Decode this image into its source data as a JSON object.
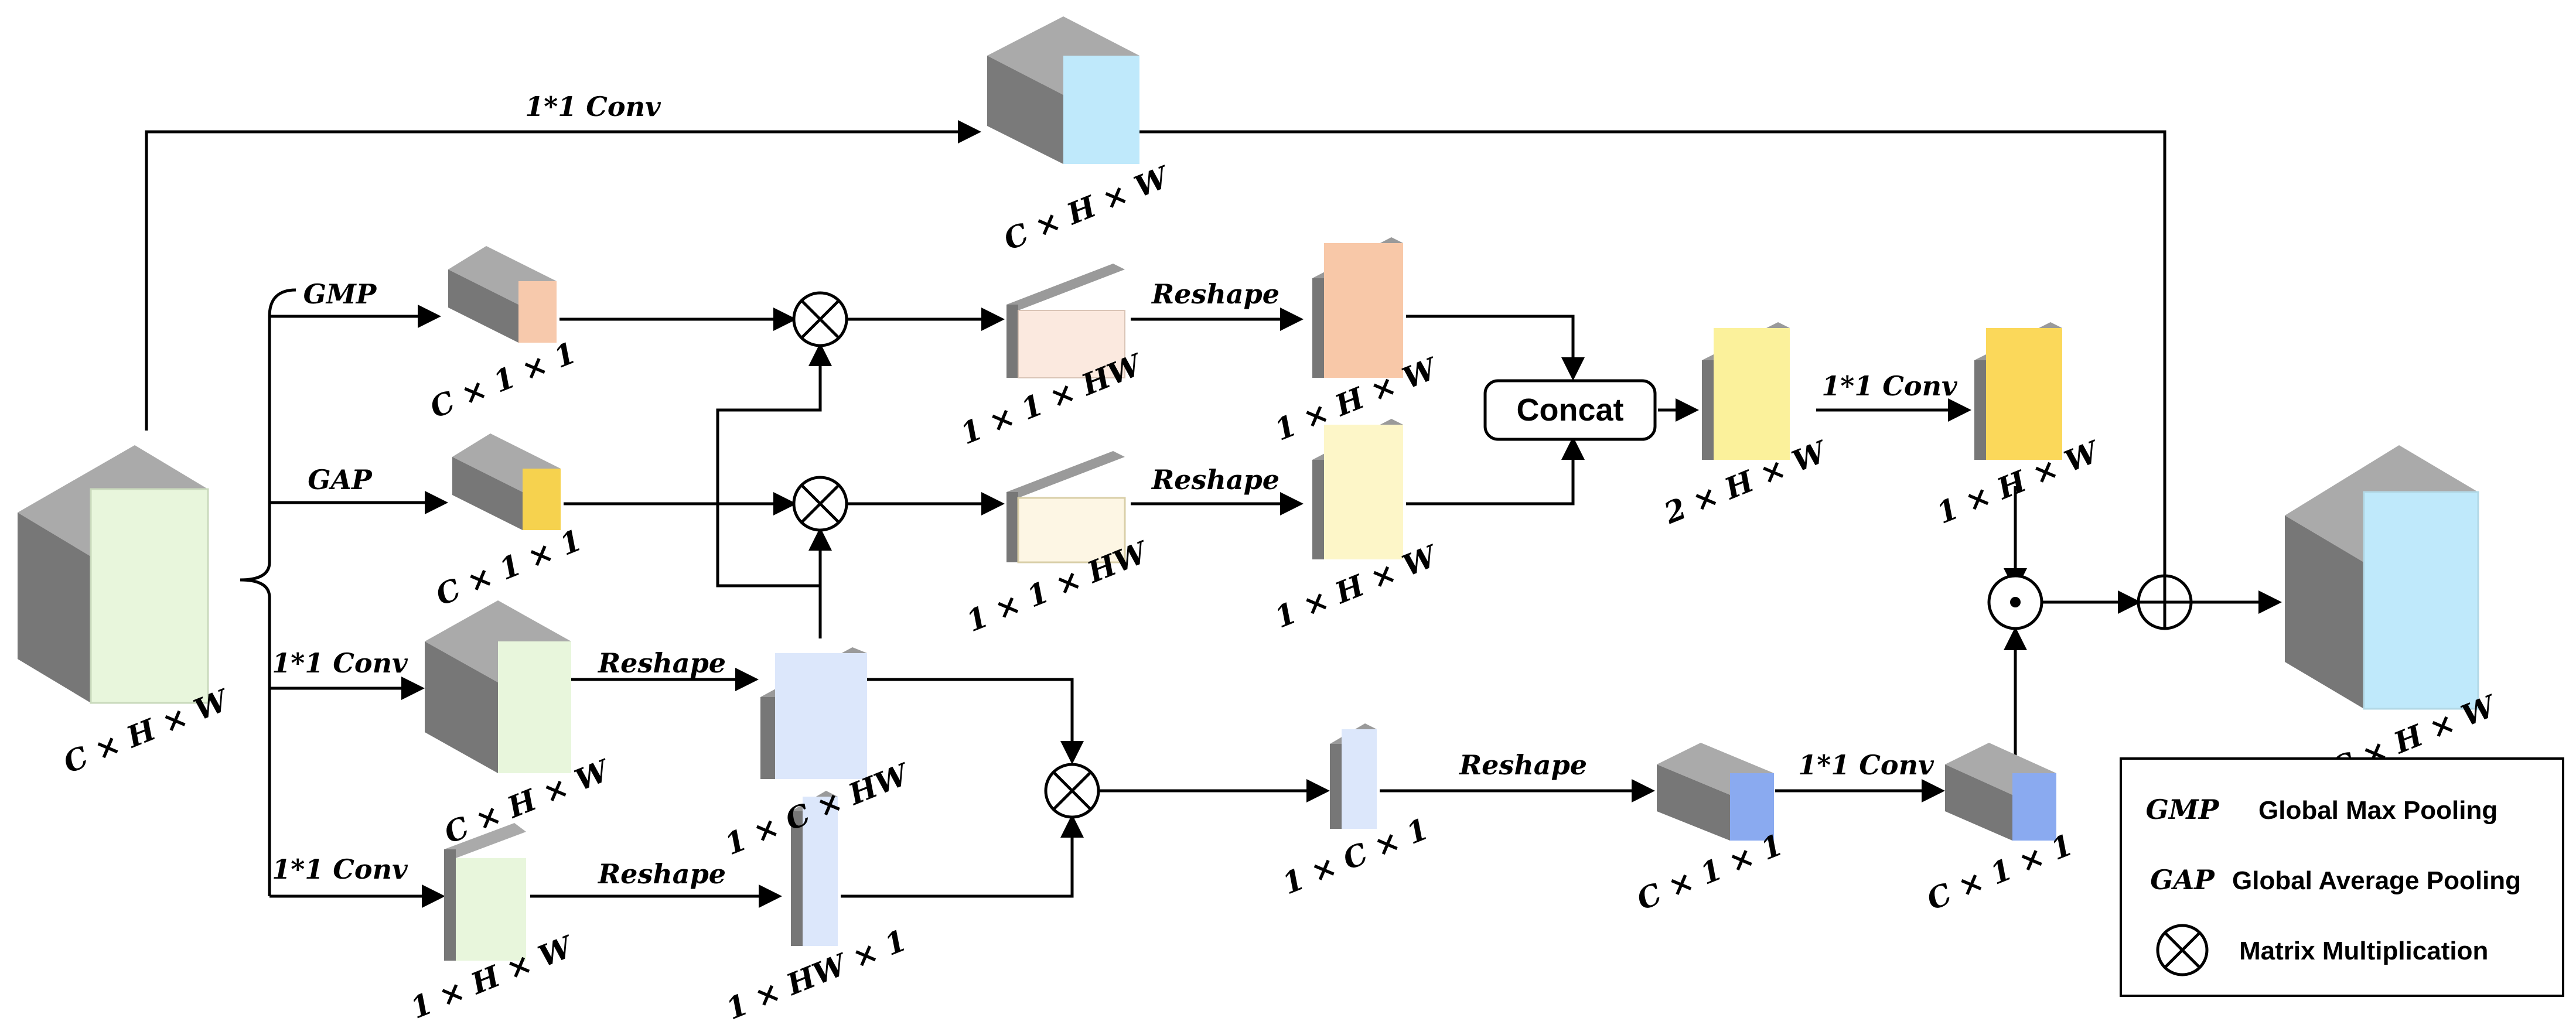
{
  "labels": {
    "input_dim": "C × H × W",
    "top_conv": "1*1 Conv",
    "top_dim": "C × H × W",
    "gmp": "GMP",
    "gmp_dim": "C × 1 × 1",
    "gap": "GAP",
    "gap_dim": "C × 1 × 1",
    "conv_mid": "1*1 Conv",
    "conv_mid_dim": "C × H × W",
    "conv_low": "1*1 Conv",
    "conv_low_dim": "1 × H × W",
    "reshape_mid": "Reshape",
    "reshape_low": "Reshape",
    "mat_c_hw": "1 × C × HW",
    "mat_hw_1": "1 × HW × 1",
    "hw1_dim": "1 × 1 × HW",
    "hw2_dim": "1 × 1 × HW",
    "reshape1": "Reshape",
    "reshape2": "Reshape",
    "map1_dim": "1 × H × W",
    "map2_dim": "1 × H × W",
    "concat": "Concat",
    "cat_dim": "2 × H × W",
    "conv_att": "1*1 Conv",
    "att_dim": "1 × H × W",
    "vec_dim": "1 × C × 1",
    "reshape3": "Reshape",
    "c11_a": "C × 1 × 1",
    "conv_ch": "1*1 Conv",
    "c11_b": "C × 1 × 1",
    "output_dim": "C × H × W"
  },
  "legend": [
    {
      "key": "GMP",
      "value": "Global Max Pooling"
    },
    {
      "key": "GAP",
      "value": "Global Average Pooling"
    },
    {
      "key": "",
      "value": "Matrix Multiplication"
    }
  ],
  "colors": {
    "cube_top": "#aaaaaa",
    "cube_side": "#777777",
    "input_face": "#e8f6dc",
    "output_face": "#bfe9fb",
    "gmp_face": "#f7c9ac",
    "gap_face": "#f6d24e",
    "map1_face": "#f8c8a8",
    "map2_face": "#fdf6c8",
    "cat_face": "#fbf19b",
    "att_face": "#fbd85a",
    "mat_face": "#dce7fb",
    "vec_face": "#8aaaf0"
  }
}
